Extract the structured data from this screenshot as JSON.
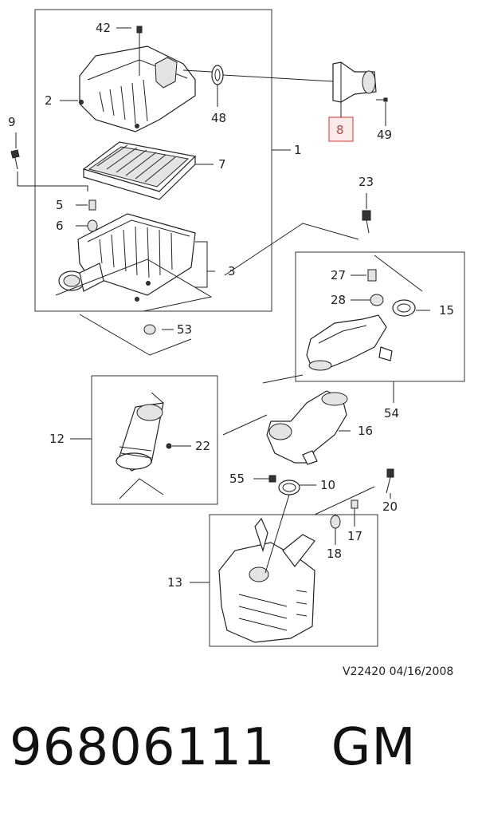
{
  "callouts": {
    "c1": "1",
    "c2": "2",
    "c3": "3",
    "c5": "5",
    "c6": "6",
    "c7": "7",
    "c8": "8",
    "c9": "9",
    "c10": "10",
    "c12": "12",
    "c13": "13",
    "c15": "15",
    "c16": "16",
    "c17": "17",
    "c18": "18",
    "c20": "20",
    "c22": "22",
    "c23": "23",
    "c27": "27",
    "c28": "28",
    "c42": "42",
    "c48": "48",
    "c49": "49",
    "c53": "53",
    "c54": "54",
    "c55": "55"
  },
  "highlight": {
    "color": "#d9534f",
    "fill": "#fbeaea",
    "callout": "8"
  },
  "footer": {
    "code": "V22420  04/16/2008"
  },
  "part_number": {
    "number": "96806111",
    "brand": "GM"
  }
}
